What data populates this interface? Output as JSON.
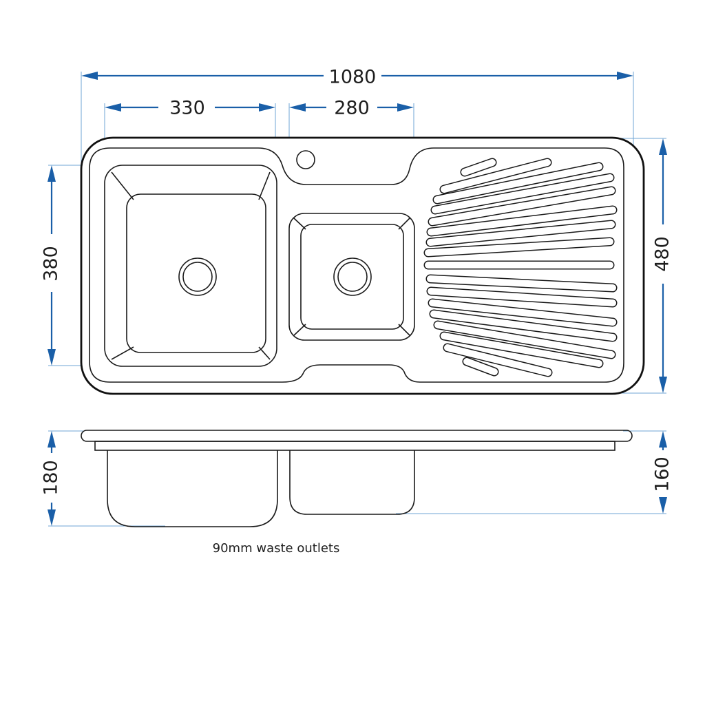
{
  "dimensions": {
    "overall_length": "1080",
    "left_bowl_width": "330",
    "right_bowl_width": "280",
    "bowl_length": "380",
    "overall_width": "480",
    "left_bowl_depth": "180",
    "right_bowl_depth": "160"
  },
  "note": "90mm waste outlets",
  "colors": {
    "dimension": "#1a5fa8",
    "extension": "#6fa6d6",
    "outline": "#1a1a1a"
  }
}
